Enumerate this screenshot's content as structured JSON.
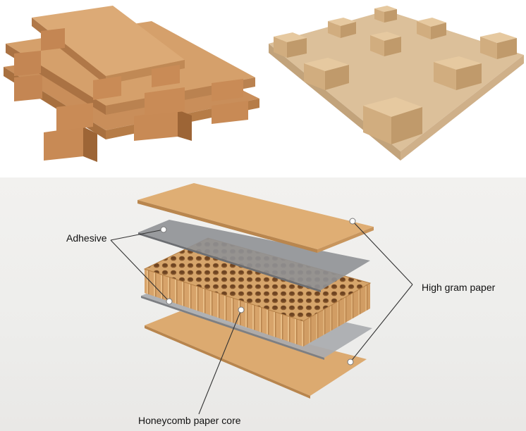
{
  "diagram": {
    "labels": {
      "adhesive": "Adhesive",
      "high_gram_paper": "High gram paper",
      "honeycomb_core": "Honeycomb paper core"
    }
  },
  "colors": {
    "kraft": "#d9a86b",
    "kraft_dark": "#b98552",
    "adhesive_film": "#9a9ca0",
    "leader_line": "#333333"
  }
}
